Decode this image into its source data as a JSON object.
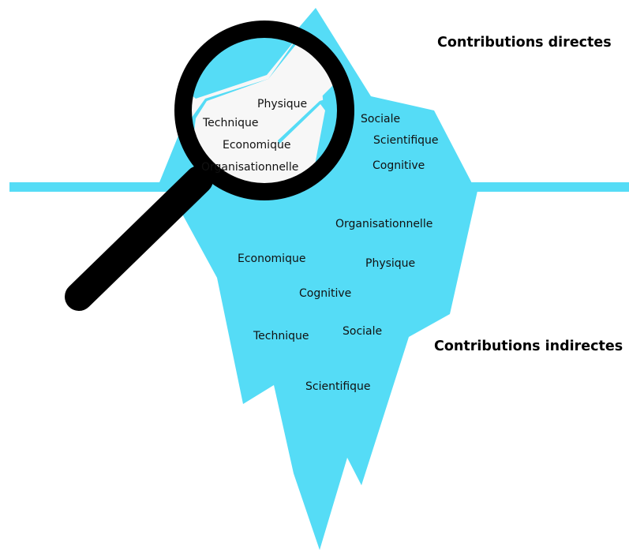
{
  "headings": {
    "direct": "Contributions directes",
    "indirect": "Contributions indirectes"
  },
  "visible_tip": {
    "physique": "Physique",
    "technique": "Technique",
    "economique": "Economique",
    "organisationnelle": "Organisationnelle",
    "sociale": "Sociale",
    "scientifique": "Scientifique",
    "cognitive": "Cognitive"
  },
  "submerged": {
    "organisationnelle": "Organisationnelle",
    "economique": "Economique",
    "physique": "Physique",
    "cognitive": "Cognitive",
    "technique": "Technique",
    "sociale": "Sociale",
    "scientifique": "Scientifique"
  },
  "colors": {
    "ice": "#55dcf6",
    "lens": "#f7f7f7",
    "magnifier": "#000000",
    "text": "#111111"
  },
  "icons": {
    "magnifier": "magnifying-glass-icon"
  }
}
